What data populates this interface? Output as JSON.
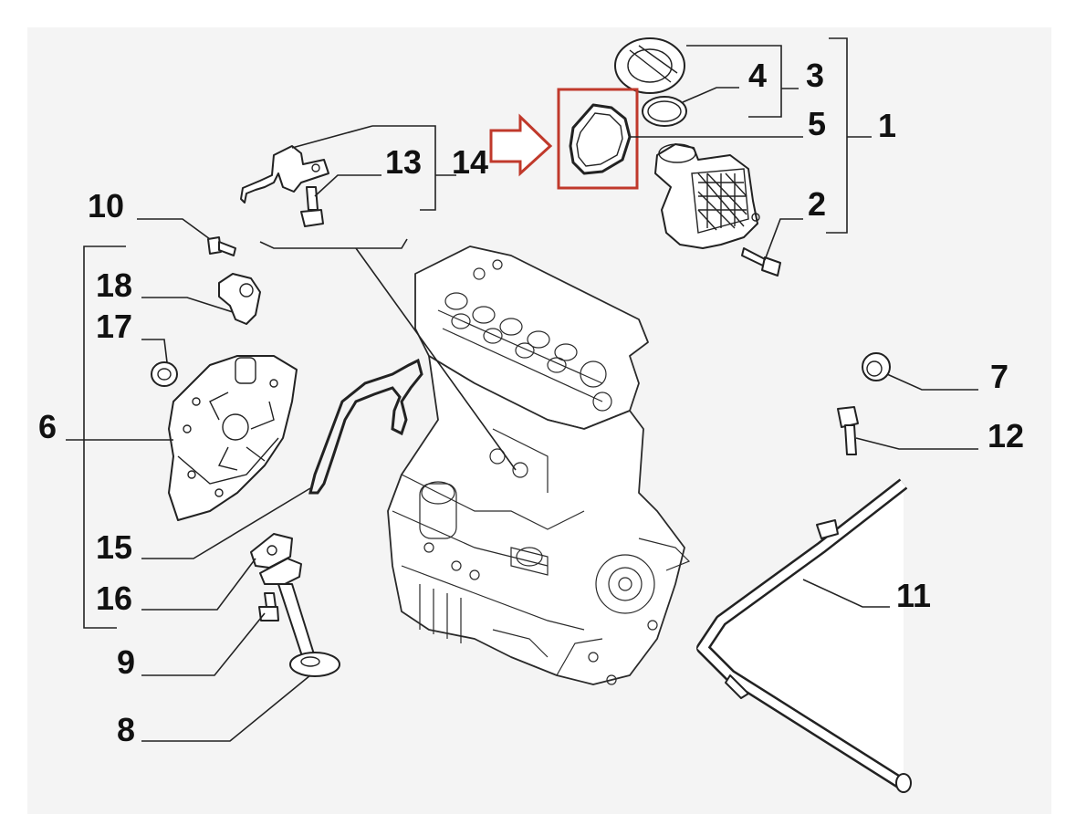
{
  "diagram": {
    "callouts": [
      {
        "id": "1",
        "label": "1"
      },
      {
        "id": "2",
        "label": "2"
      },
      {
        "id": "3",
        "label": "3"
      },
      {
        "id": "4",
        "label": "4"
      },
      {
        "id": "5",
        "label": "5"
      },
      {
        "id": "6",
        "label": "6"
      },
      {
        "id": "7",
        "label": "7"
      },
      {
        "id": "8",
        "label": "8"
      },
      {
        "id": "9",
        "label": "9"
      },
      {
        "id": "10",
        "label": "10"
      },
      {
        "id": "11",
        "label": "11"
      },
      {
        "id": "12",
        "label": "12"
      },
      {
        "id": "13",
        "label": "13"
      },
      {
        "id": "14",
        "label": "14"
      },
      {
        "id": "15",
        "label": "15"
      },
      {
        "id": "16",
        "label": "16"
      },
      {
        "id": "17",
        "label": "17"
      },
      {
        "id": "18",
        "label": "18"
      }
    ],
    "highlight_color": "#c0392b",
    "highlighted_part": "5"
  }
}
